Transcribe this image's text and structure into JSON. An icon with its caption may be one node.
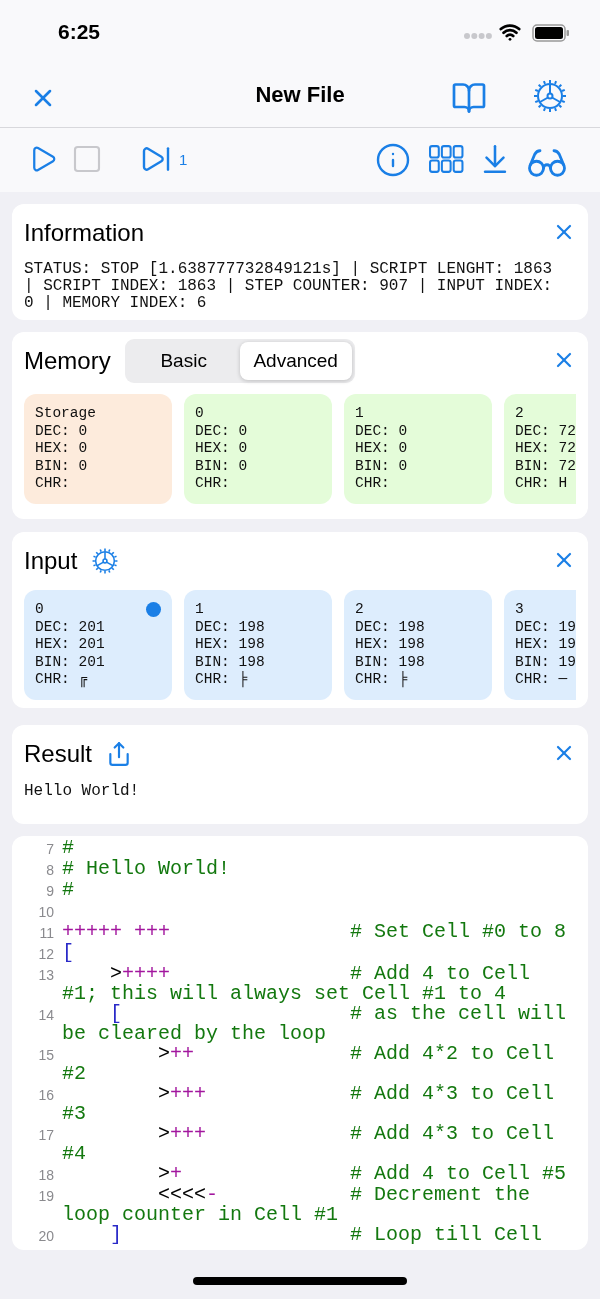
{
  "diagram": {
    "title": "New File",
    "nodes": [
      {
        "text": [
          "Information",
          "STATUS: STOP [1.638777732849121s] | SCRIPT LENGHT: 1863 | SCRIPT INDEX: 1863 | STEP COUNTER: 907 | INPUT INDEX: 0 | MEMORY INDEX: 6"
        ]
      },
      {
        "text": [
          "Memory"
        ]
      },
      {
        "text": [
          "Basic"
        ],
        "in": 1
      },
      {
        "text": [
          "Advanced"
        ],
        "in": 1
      },
      {
        "text": [
          "Storage",
          "DEC: 0",
          "HEX: 0",
          "BIN: 0",
          "CHR:"
        ],
        "in": 1
      },
      {
        "text": [
          "0",
          "DEC: 0",
          "HEX: 0",
          "BIN: 0",
          "CHR:"
        ],
        "in": 1
      },
      {
        "text": [
          "1",
          "DEC: 0",
          "HEX: 0",
          "BIN: 0",
          "CHR:"
        ],
        "in": 1
      },
      {
        "text": [
          "2",
          "DEC: 72",
          "HEX: 72",
          "BIN: 72",
          "CHR: H"
        ],
        "in": 1
      },
      {
        "text": [
          "Input"
        ]
      },
      {
        "text": [
          "0",
          "DEC: 201",
          "HEX: 201",
          "BIN: 201",
          "CHR: ╔"
        ],
        "in": 8
      },
      {
        "text": [
          "1",
          "DEC: 198",
          "HEX: 198",
          "BIN: 198",
          "CHR: ╞"
        ],
        "in": 8
      },
      {
        "text": [
          "2",
          "DEC: 198",
          "HEX: 198",
          "BIN: 198",
          "CHR: ╞"
        ],
        "in": 8
      },
      {
        "text": [
          "3",
          "DEC: 19",
          "HEX: 19",
          "BIN: 19",
          "CHR: ─"
        ],
        "in": 8
      },
      {
        "text": [
          "Result",
          "Hello World!"
        ]
      },
      {
        "text": [],
        "shape": "box"
      },
      {
        "text": [
          "7",
          "#"
        ],
        "in": 14
      },
      {
        "text": [
          "8",
          "# Hello World!"
        ],
        "in": 14
      },
      {
        "text": [
          "9",
          "#"
        ],
        "in": 14
      },
      {
        "text": [
          "10"
        ],
        "in": 14
      },
      {
        "text": [
          "11",
          "+++++ +++",
          "# Set Cell #0 to 8"
        ],
        "in": 14
      },
      {
        "text": [
          "12",
          "["
        ],
        "in": 14
      },
      {
        "text": [
          "13",
          "    >++++",
          "# Add 4 to Cell #1; this will always set Cell #1 to 4"
        ],
        "in": 14
      },
      {
        "text": [
          "14",
          "    [",
          "# as the cell will be cleared by the loop"
        ],
        "in": 14
      },
      {
        "text": [
          "15",
          "        >++",
          "# Add 4*2 to Cell #2"
        ],
        "in": 14
      },
      {
        "text": [
          "16",
          "        >+++",
          "# Add 4*3 to Cell #3"
        ],
        "in": 14
      },
      {
        "text": [
          "17",
          "        >+++",
          "# Add 4*3 to Cell #4"
        ],
        "in": 14
      },
      {
        "text": [
          "18",
          "        >+",
          "# Add 4 to Cell #5"
        ],
        "in": 14
      },
      {
        "text": [
          "19",
          "        <<<<-",
          "# Decrement the loop counter in Cell #1"
        ],
        "in": 14
      },
      {
        "text": [
          "20",
          "    ]",
          "# Loop till Cell"
        ],
        "in": 14
      }
    ],
    "labels": [
      "6:25",
      "1"
    ]
  }
}
